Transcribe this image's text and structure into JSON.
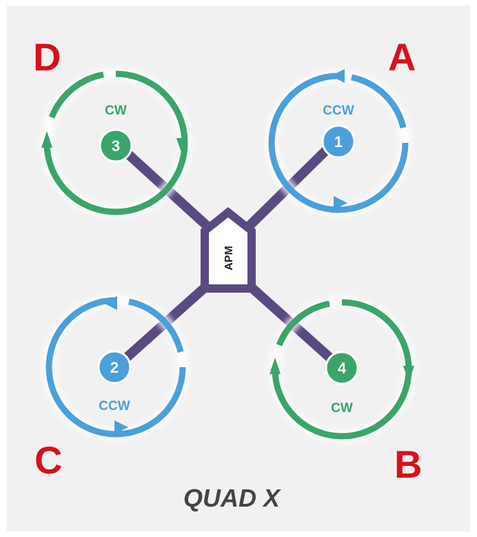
{
  "title": "QUAD X",
  "controller_label": "APM",
  "colors": {
    "frame": "#5a4a82",
    "ccw": "#4aa0da",
    "cw": "#3aa56a",
    "corner_letter": "#d8101a",
    "title": "#444444"
  },
  "motors": [
    {
      "number": "1",
      "rotation": "CCW",
      "corner": "A",
      "position": "front-right",
      "color_key": "ccw"
    },
    {
      "number": "2",
      "rotation": "CCW",
      "corner": "C",
      "position": "rear-left",
      "color_key": "ccw"
    },
    {
      "number": "3",
      "rotation": "CW",
      "corner": "D",
      "position": "front-left",
      "color_key": "cw"
    },
    {
      "number": "4",
      "rotation": "CW",
      "corner": "B",
      "position": "rear-right",
      "color_key": "cw"
    }
  ]
}
